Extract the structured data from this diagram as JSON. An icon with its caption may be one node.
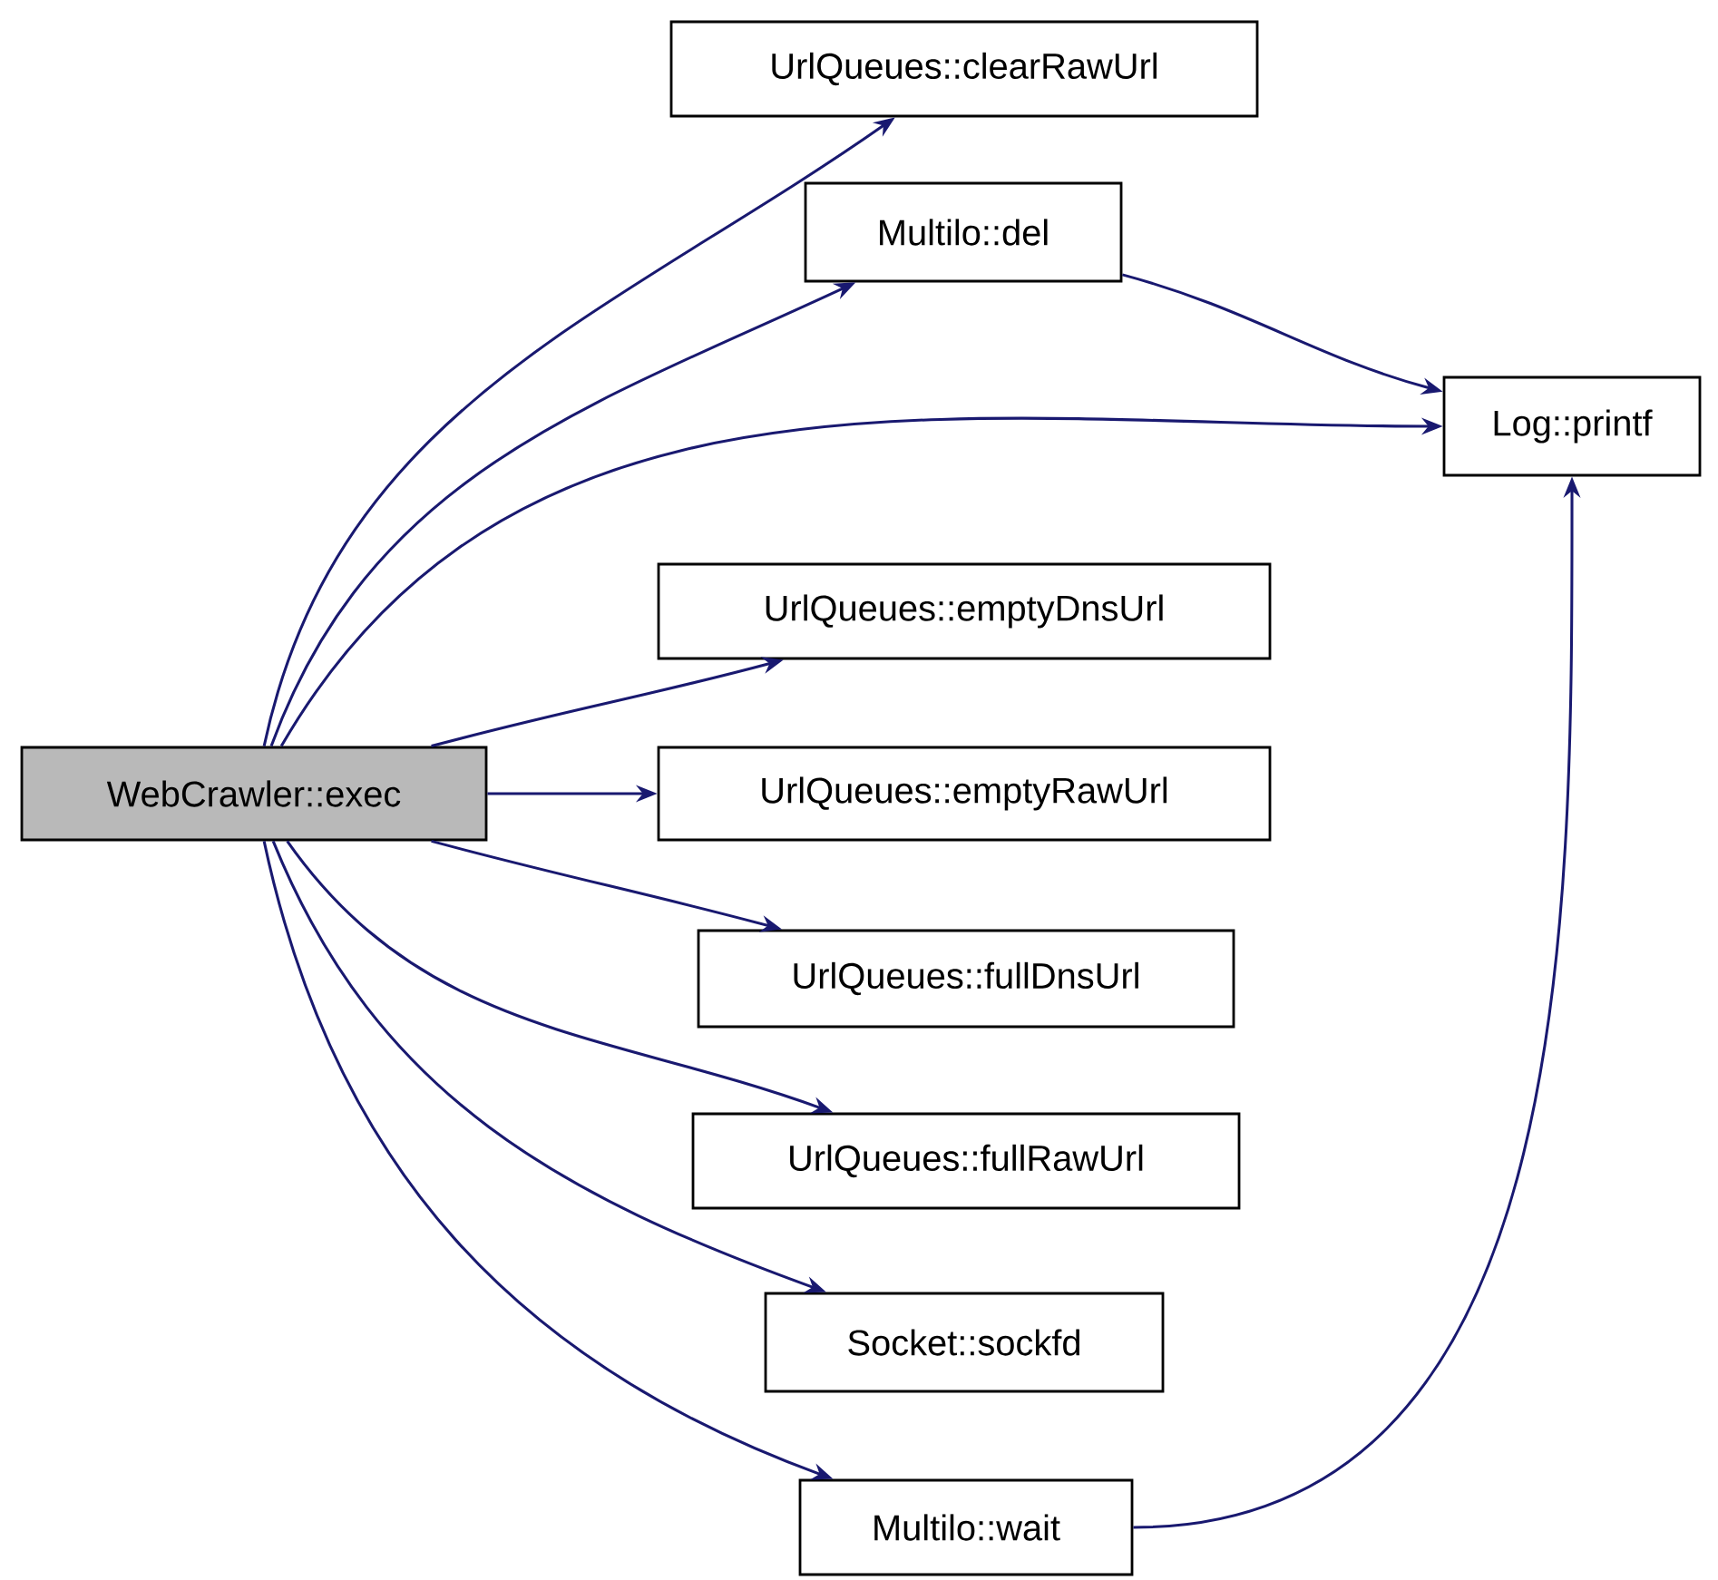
{
  "diagram": {
    "nodes": [
      {
        "text": [
          "WebCrawler::exec"
        ]
      },
      {
        "text": [
          "UrlQueues::clearRawUrl"
        ]
      },
      {
        "text": [
          "Multilo::del"
        ]
      },
      {
        "text": [
          "Log::printf"
        ]
      },
      {
        "text": [
          "UrlQueues::emptyDnsUrl"
        ]
      },
      {
        "text": [
          "UrlQueues::emptyRawUrl"
        ]
      },
      {
        "text": [
          "UrlQueues::fullDnsUrl"
        ]
      },
      {
        "text": [
          "UrlQueues::fullRawUrl"
        ]
      },
      {
        "text": [
          "Socket::sockfd"
        ]
      },
      {
        "text": [
          "Multilo::wait"
        ]
      }
    ],
    "edges": [
      {
        "from": 0,
        "to": 1,
        "arrow": "to"
      },
      {
        "from": 0,
        "to": 2,
        "arrow": "to"
      },
      {
        "from": 2,
        "to": 3,
        "arrow": "to"
      },
      {
        "from": 0,
        "to": 3,
        "arrow": "to"
      },
      {
        "from": 0,
        "to": 4,
        "arrow": "to"
      },
      {
        "from": 0,
        "to": 5,
        "arrow": "to"
      },
      {
        "from": 0,
        "to": 6,
        "arrow": "to"
      },
      {
        "from": 0,
        "to": 7,
        "arrow": "to"
      },
      {
        "from": 0,
        "to": 8,
        "arrow": "to"
      },
      {
        "from": 0,
        "to": 9,
        "arrow": "to"
      },
      {
        "from": 9,
        "to": 3,
        "arrow": "to"
      }
    ]
  }
}
